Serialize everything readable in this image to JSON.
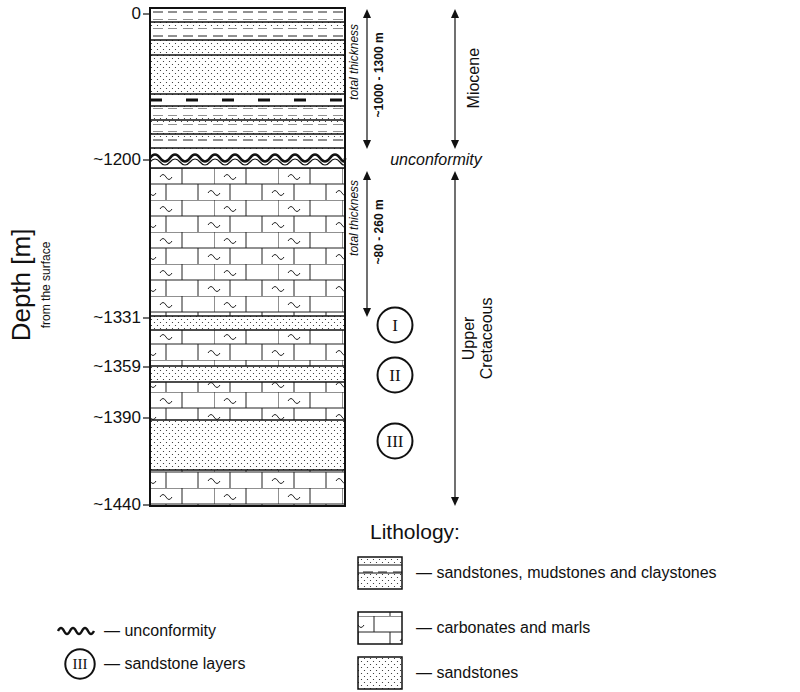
{
  "diagram": {
    "nodes": [
      {
        "text": [
          "I"
        ]
      },
      {
        "text": [
          "II"
        ]
      },
      {
        "text": [
          "III"
        ]
      },
      {
        "text": [
          "III"
        ]
      }
    ],
    "labels": [
      "0",
      "~1200",
      "~1331",
      "~1359",
      "~1390",
      "~1440",
      "Depth [m]",
      "from the surface",
      "total thickness",
      "~1000 - 1300 m",
      "Miocene",
      "unconformity",
      "total thickness",
      "~80 - 260 m",
      "Upper Cretaceous",
      "Lithology:"
    ],
    "legend": [
      {
        "text": "— sandstones, mudstones and claystones"
      },
      {
        "text": "— carbonates and marls"
      },
      {
        "text": "— unconformity"
      },
      {
        "text": "— sandstone layers"
      },
      {
        "text": "— sandstones"
      }
    ]
  }
}
